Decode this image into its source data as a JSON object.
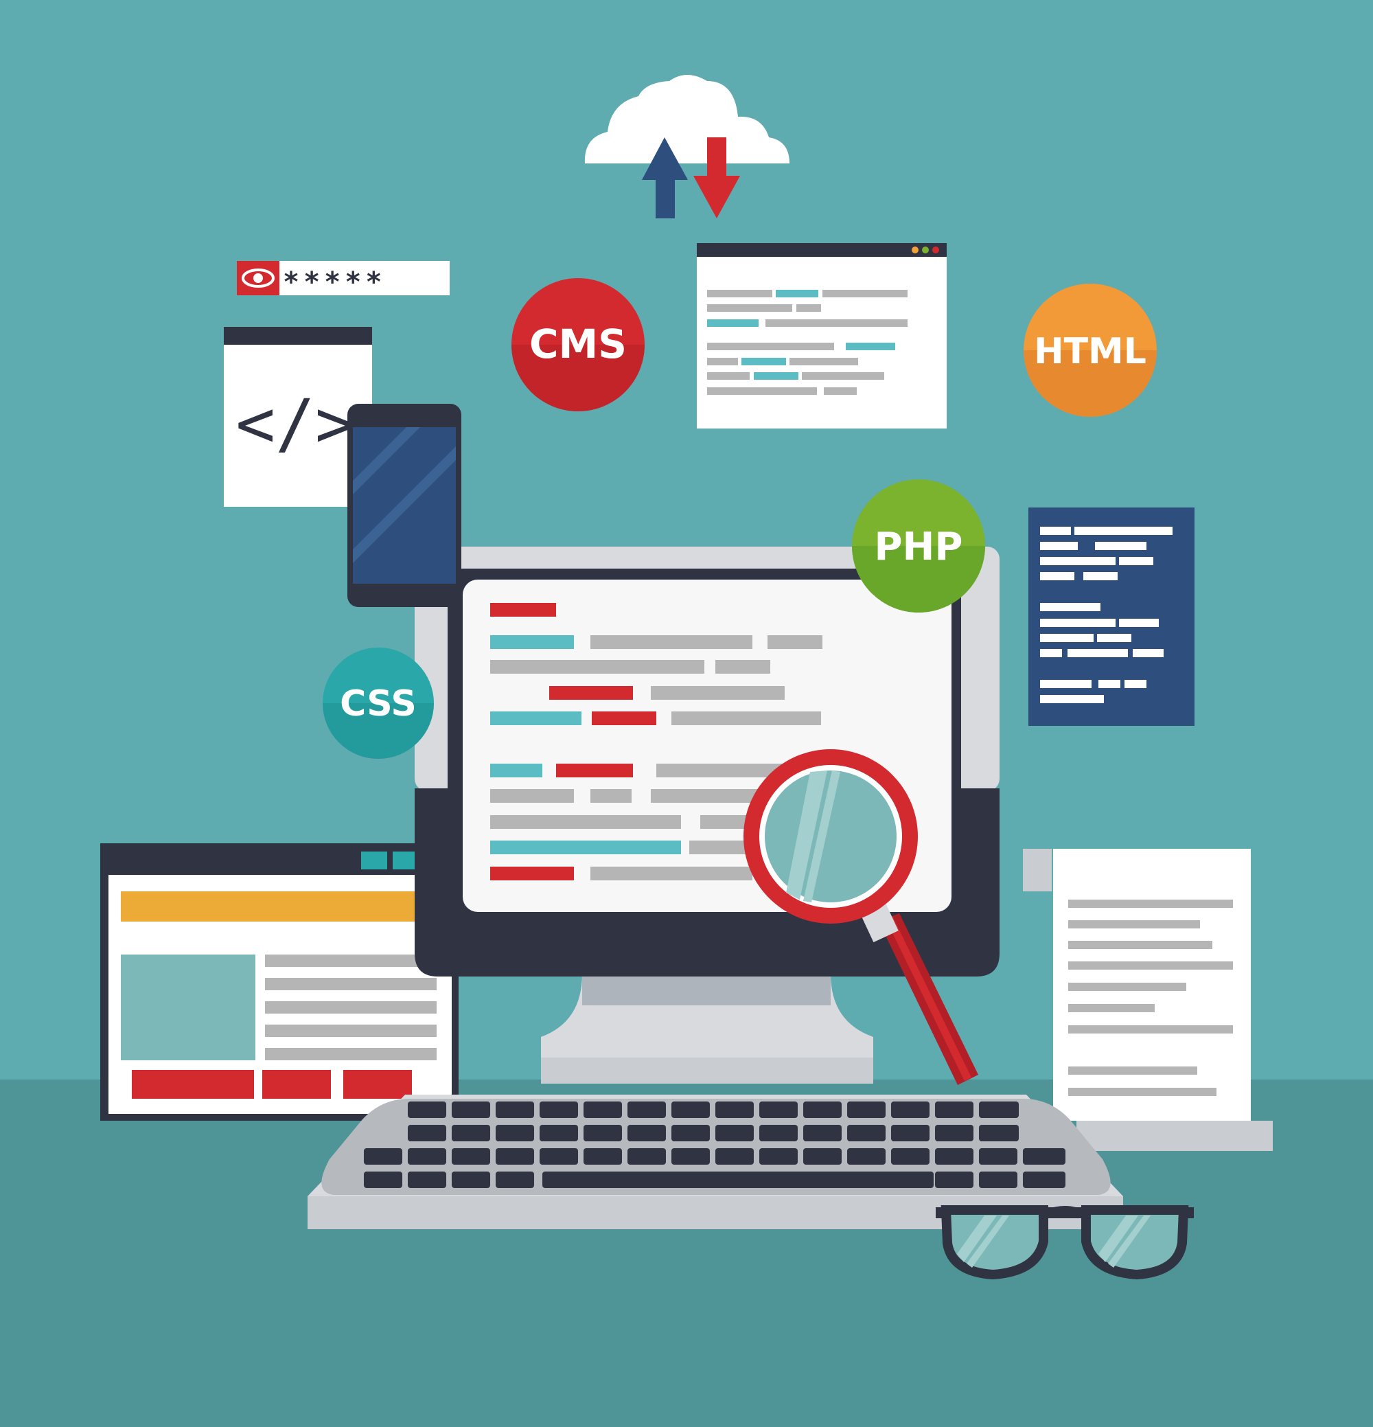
{
  "badges": {
    "cms": "CMS",
    "html": "HTML",
    "php": "PHP",
    "css": "CSS"
  },
  "password_field": {
    "value": "*****",
    "eye_icon": "eye-icon"
  },
  "code_window": {
    "glyph": "</>"
  },
  "icons": {
    "cloud": "cloud-sync-icon",
    "magnifier": "magnifier-icon",
    "glasses": "glasses-icon",
    "smartphone": "smartphone-icon",
    "keyboard": "keyboard-icon",
    "monitor": "monitor-icon"
  },
  "colors": {
    "background": "#5eabb0",
    "floor": "#4f9598",
    "red": "#d32a2f",
    "teal": "#5bbcc4",
    "gray": "#b5b5b5",
    "navy": "#2e4e7d",
    "orange": "#f29a38",
    "green": "#7bb32e",
    "dark": "#2f3342"
  }
}
